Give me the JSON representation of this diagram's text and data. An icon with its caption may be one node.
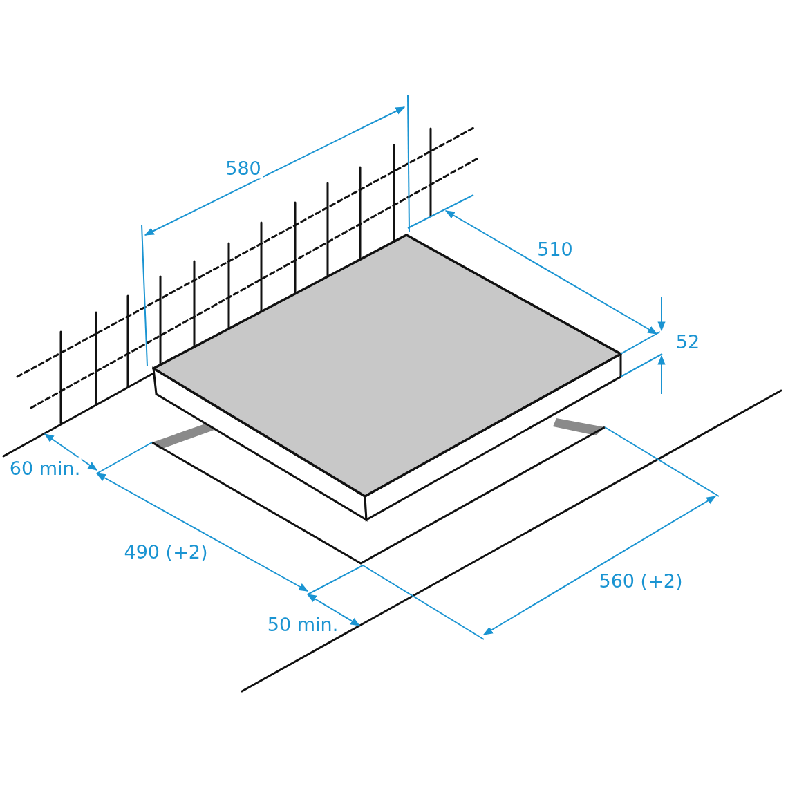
{
  "diagram": {
    "labels": [
      "580",
      "510",
      "52",
      "60 min.",
      "490 (+2)",
      "560 (+2)",
      "50 min."
    ]
  }
}
